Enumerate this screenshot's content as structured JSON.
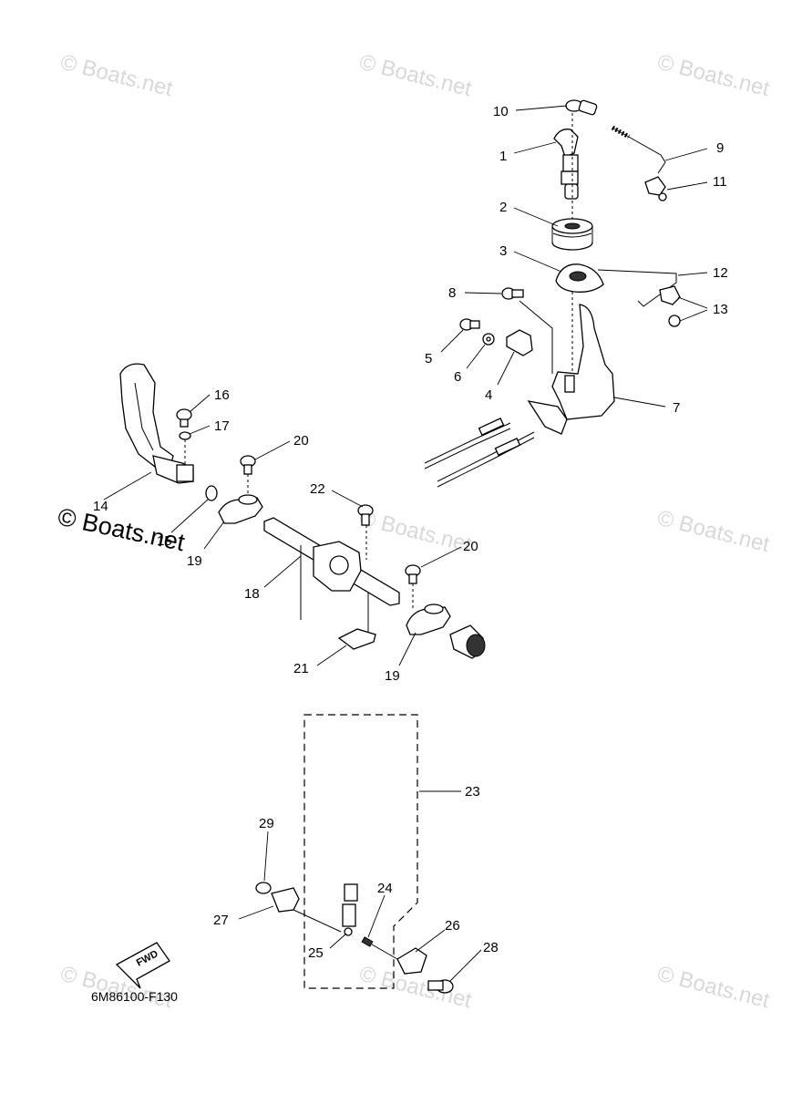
{
  "watermark": "© Boats.net",
  "watermark_large": "© Boats.net",
  "diagram_code": "6M86100-F130",
  "fwd_label": "FWD",
  "callouts": {
    "p1": "1",
    "p2": "2",
    "p3": "3",
    "p4": "4",
    "p5": "5",
    "p6": "6",
    "p7": "7",
    "p8": "8",
    "p9": "9",
    "p10": "10",
    "p11": "11",
    "p12": "12",
    "p13": "13",
    "p14": "14",
    "p15": "15",
    "p16": "16",
    "p17": "17",
    "p18": "18",
    "p19a": "19",
    "p19b": "19",
    "p20a": "20",
    "p20b": "20",
    "p21": "21",
    "p22": "22",
    "p23": "23",
    "p24": "24",
    "p25": "25",
    "p26": "26",
    "p27": "27",
    "p28": "28",
    "p29": "29"
  }
}
